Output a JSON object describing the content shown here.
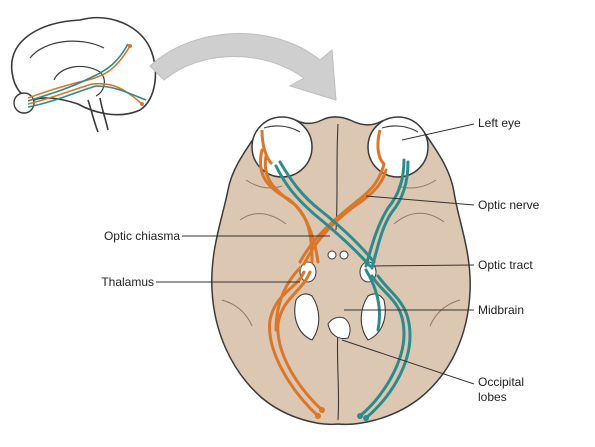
{
  "labels": {
    "left_eye": "Left eye",
    "optic_nerve": "Optic nerve",
    "optic_chiasma": "Optic chiasma",
    "optic_tract": "Optic tract",
    "thalamus": "Thalamus",
    "midbrain": "Midbrain",
    "occipital_line1": "Occipital",
    "occipital_line2": "lobes"
  },
  "colors": {
    "brain_fill": "#dcc7b3",
    "brain_outline": "#3a3a3a",
    "orange_pathway": "#d9772a",
    "teal_pathway": "#2e8b8b",
    "arrow_fill": "#cfcfcf",
    "leader_line": "#333333",
    "eye_fill": "#ffffff"
  },
  "icons": [
    "sagittal-brain-inset-icon",
    "transition-arrow-icon"
  ]
}
